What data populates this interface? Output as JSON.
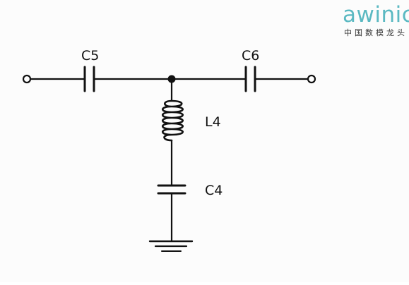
{
  "logo": {
    "wordmark": "awinic",
    "subtitle": "中国数模龙头",
    "color": "#5bb9c2"
  },
  "diagram": {
    "components": {
      "c5": "C5",
      "c6": "C6",
      "l4": "L4",
      "c4": "C4"
    },
    "wire_color": "#111111"
  }
}
